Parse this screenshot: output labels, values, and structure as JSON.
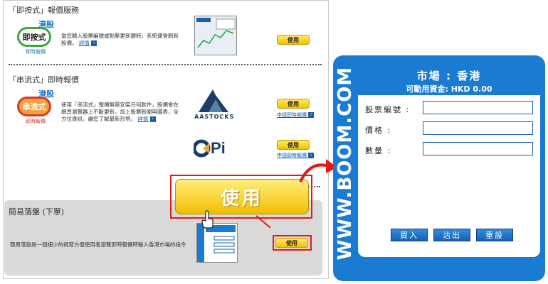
{
  "left": {
    "section1": {
      "title": "「即按式」報價服務",
      "logo_badge": "港股",
      "logo_main": "即按式",
      "logo_sub": "即時報價",
      "description": "當您輸入股票編號或點擊更新鍵時，系統便會刷新股價。",
      "detail_label": "詳情",
      "use_label": "使用"
    },
    "section2": {
      "title": "「串流式」即時報價",
      "logo_badge": "港股",
      "logo_main": "串流式",
      "logo_sub": "即時報價",
      "description": "使用「串流式」報價無需安裝任何軟件，股價會在網頁瀏覽器上不斷更新，加上股票新聞與圖表，全方位資訊，讓您了解最新形勢。",
      "detail_label": "詳情",
      "providers": [
        {
          "name": "AASTOCKS",
          "use_label": "使用",
          "link": "申請即時報價"
        },
        {
          "name": "QPi",
          "use_label": "使用",
          "link": "申請即時報價"
        }
      ]
    },
    "section3": {
      "title": "簡易落盤 (下單)",
      "description": "簡易落盤是一個細少的視窗方便使用者瀏覽即時報價時輸入香港市場的指令",
      "use_label": "使用"
    },
    "big_use_label": "使用"
  },
  "right": {
    "brand": "WWW.BOOM.COM",
    "market": "市場 : 香港",
    "funds": "可動用資金: HKD 0.00",
    "fields": [
      {
        "label": "股票編號 :"
      },
      {
        "label": "價格 :"
      },
      {
        "label": "數量 :"
      }
    ],
    "buttons": [
      "買入",
      "沽出",
      "重設"
    ]
  }
}
